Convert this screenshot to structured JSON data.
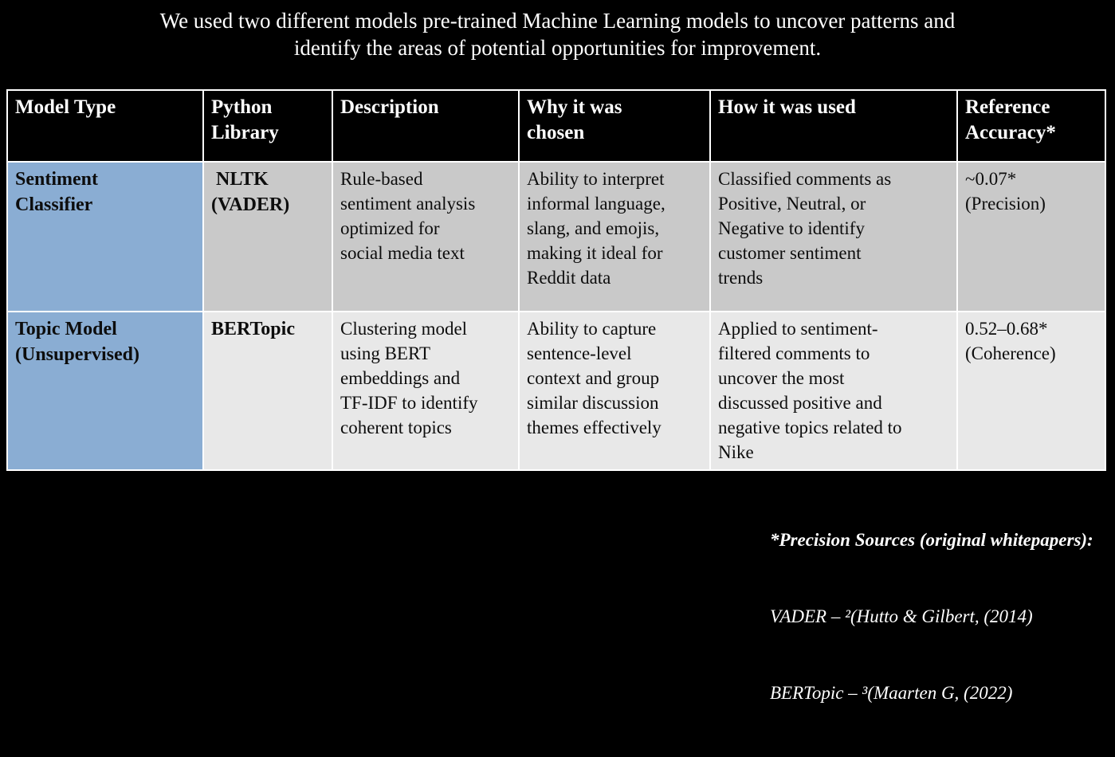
{
  "title": "We used two different models pre-trained Machine Learning models to uncover patterns and\nidentify the areas of potential opportunities for improvement.",
  "table": {
    "headers": [
      "Model Type",
      "Python\nLibrary",
      "Description",
      "Why it was\nchosen",
      "How it was used",
      "Reference\nAccuracy*"
    ],
    "rows": [
      {
        "cells": [
          "Sentiment\nClassifier",
          " NLTK\n(VADER)",
          "Rule-based\nsentiment analysis\noptimized for\nsocial media text",
          "Ability to interpret\ninformal language,\nslang, and emojis,\nmaking it ideal for\nReddit data",
          "Classified comments as\nPositive, Neutral, or\nNegative to identify\ncustomer sentiment\ntrends",
          "~0.07*\n(Precision)"
        ]
      },
      {
        "cells": [
          "Topic Model\n(Unsupervised)",
          "BERTopic",
          "Clustering model\nusing BERT\nembeddings and\nTF-IDF to identify\ncoherent topics",
          "Ability to capture\nsentence-level\ncontext and group\nsimilar discussion\nthemes effectively",
          "Applied to sentiment-\nfiltered comments to\nuncover the most\ndiscussed positive and\nnegative topics related to\nNike",
          "0.52–0.68*\n(Coherence)"
        ]
      }
    ]
  },
  "footnote": {
    "line1": "*Precision Sources (original whitepapers):",
    "line2": "VADER – ²(Hutto & Gilbert, (2014)",
    "line3": "BERTopic – ³(Maarten G, (2022)"
  },
  "colors": {
    "background": "#000000",
    "title_text": "#ffffff",
    "header_bg": "#000000",
    "header_text": "#ffffff",
    "accent_blue": "#8aadd3",
    "row1_gray": "#c9c9c9",
    "row2_gray": "#e8e8e8",
    "border_white": "#ffffff",
    "body_text": "#0d0d0d"
  }
}
